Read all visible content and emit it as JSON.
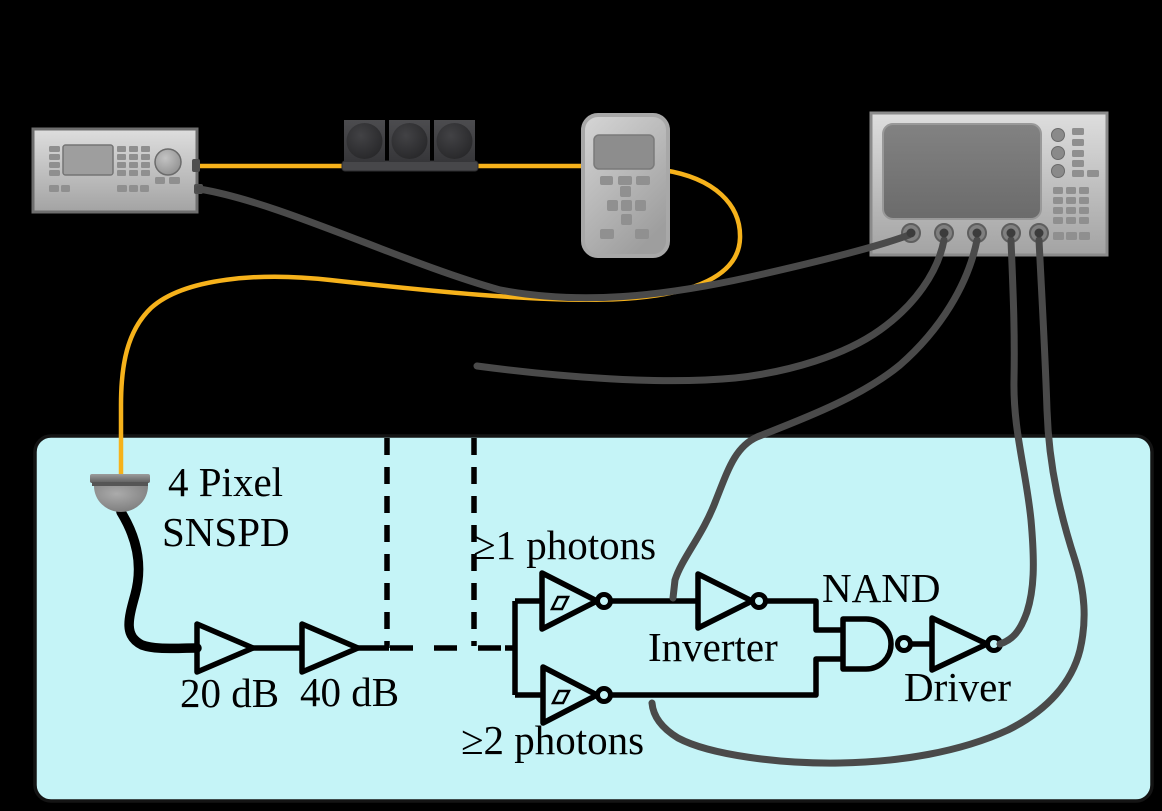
{
  "figure": {
    "description": "experimental-setup-diagram",
    "colors": {
      "background": "#000000",
      "box_fill": "#c5f4f7",
      "box_border": "#141414",
      "fiber": "#F6B21B",
      "cable": "#4a4a4a",
      "circuit_line": "#000000"
    },
    "labels": {
      "detector_line1": "4 Pixel",
      "detector_line2": "SNSPD",
      "amp1": "20 dB",
      "amp2": "40 dB",
      "comparator1": "≥1 photons",
      "comparator2": "≥2 photons",
      "inverter": "Inverter",
      "nand": "NAND",
      "driver": "Driver"
    },
    "components": [
      "laser-source",
      "attenuator-bank",
      "handheld-controller",
      "oscilloscope",
      "snspd-detector",
      "amplifier-20db",
      "amplifier-40db",
      "comparator-1photon",
      "comparator-2photon",
      "inverter-gate",
      "nand-gate",
      "driver-gate",
      "cryostat-box"
    ]
  }
}
